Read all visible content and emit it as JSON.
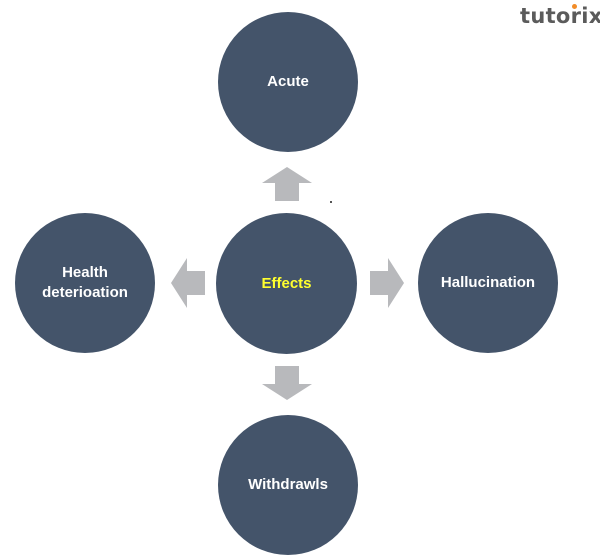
{
  "logo": {
    "text": "tutorix",
    "accent_color": "#f28c28",
    "text_color": "#5b5b5b"
  },
  "colors": {
    "node_fill": "#44546a",
    "node_text": "#ffffff",
    "center_text": "#ffff2e",
    "arrow": "#b8b9bc"
  },
  "center": {
    "label": "Effects"
  },
  "nodes": {
    "top": {
      "label": "Acute"
    },
    "right": {
      "label": "Hallucination"
    },
    "bottom": {
      "label": "Withdrawls"
    },
    "left": {
      "label": "Health deterioation"
    }
  }
}
